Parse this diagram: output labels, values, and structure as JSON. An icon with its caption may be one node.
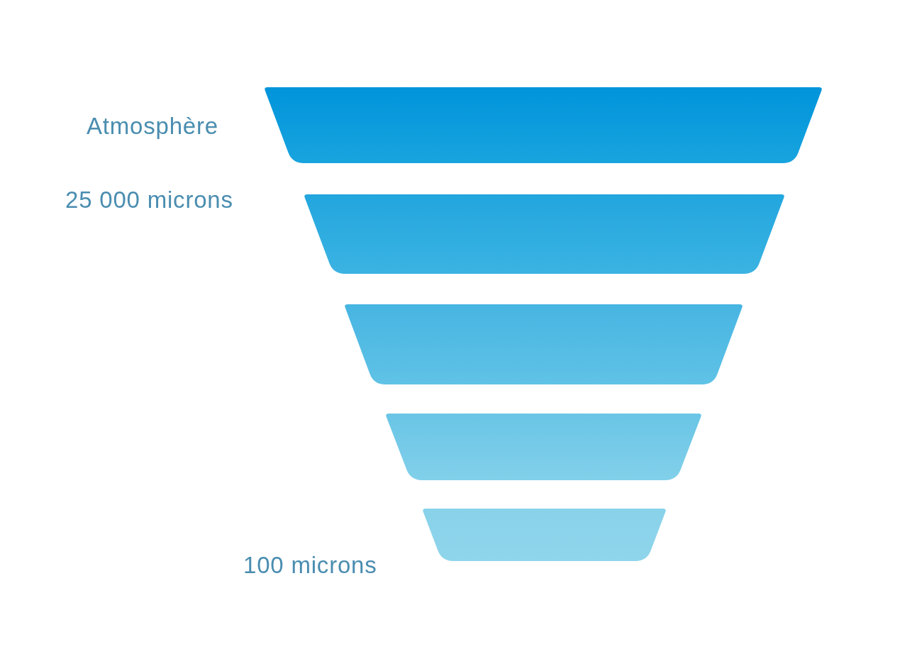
{
  "diagram": {
    "nodes": [
      {
        "text": [],
        "shape": "trapezoid"
      },
      {
        "text": [],
        "shape": "trapezoid"
      },
      {
        "text": [],
        "shape": "trapezoid"
      },
      {
        "text": [],
        "shape": "trapezoid"
      },
      {
        "text": [],
        "shape": "trapezoid"
      }
    ],
    "labels": [
      "Atmosphère",
      "25 000 microns",
      "100 microns"
    ]
  }
}
